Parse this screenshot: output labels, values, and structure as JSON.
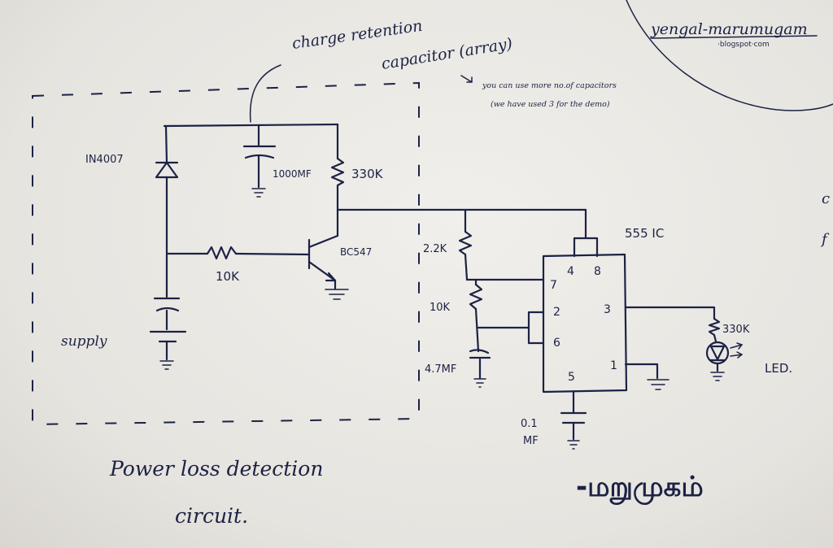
{
  "header": {
    "blog_name": "yengal-marumugam",
    "blog_domain": "·blogspot·com"
  },
  "annotations": {
    "charge_retention_line1": "charge retention",
    "charge_retention_line2": "capacitor (array)",
    "note_line1": "you can use more no.of capacitors",
    "note_line2": "(we have used 3 for the demo)"
  },
  "components": {
    "diode": "IN4007",
    "cap_main": "1000MF",
    "res_330k_top": "330K",
    "transistor": "BC547",
    "res_10k_base": "10K",
    "supply": "supply",
    "res_2_2k": "2.2K",
    "res_10k_timer": "10K",
    "cap_4_7uf": "4.7MF",
    "ic": "555 IC",
    "cap_0_1uf_line1": "0.1",
    "cap_0_1uf_line2": "MF",
    "res_330k_led": "330K",
    "led": "LED."
  },
  "pins": {
    "p4": "4",
    "p8": "8",
    "p7": "7",
    "p2": "2",
    "p6": "6",
    "p3": "3",
    "p1": "1",
    "p5": "5"
  },
  "caption": {
    "line1": "Power loss detection",
    "line2": "circuit."
  },
  "signature": "-மறுமுகம்",
  "edge_text": {
    "top": "c",
    "bottom": "f"
  }
}
